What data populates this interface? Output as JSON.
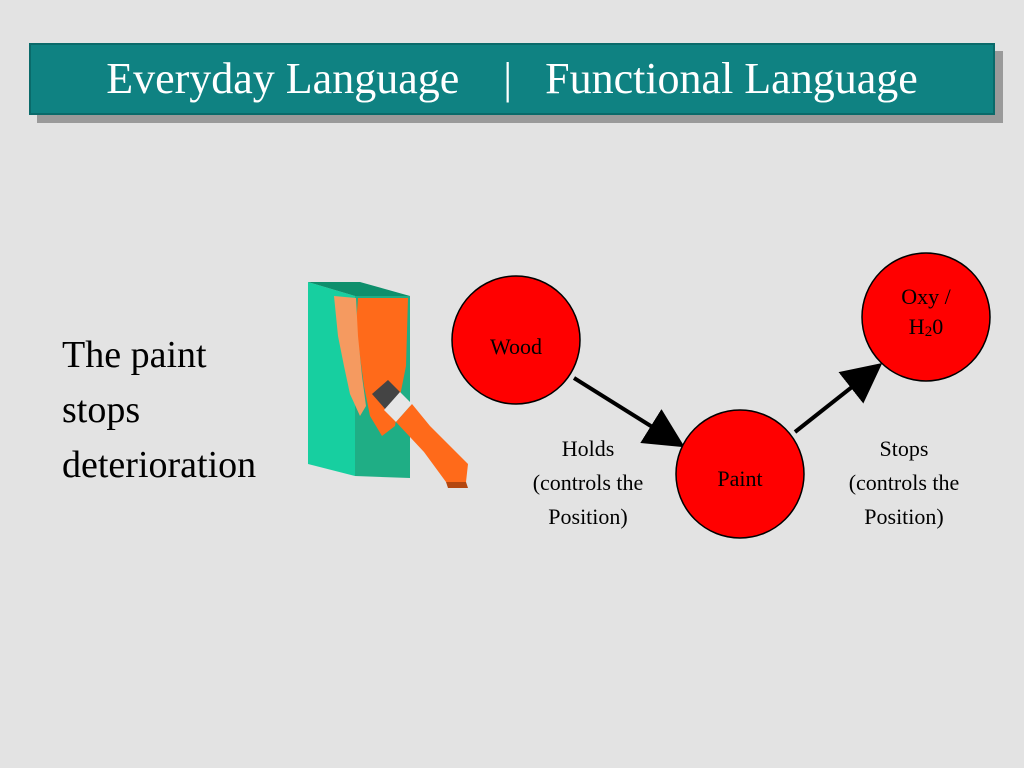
{
  "title": {
    "left": "Everyday Language",
    "separator": "|",
    "right": "Functional Language"
  },
  "statement": {
    "lines": [
      "The paint",
      "stops",
      "deterioration"
    ]
  },
  "illustration": {
    "icon": "paint-brush-on-wood-icon",
    "colors": {
      "wood_front": "#1fae85",
      "wood_side": "#17cfa0",
      "paint": "#ff6a1a",
      "paint_light": "#f59a60",
      "brush_handle": "#ff6a1a",
      "brush_ferrule": "#555555"
    }
  },
  "diagram": {
    "node_color": "#ff0000",
    "nodes": {
      "wood": {
        "label": "Wood"
      },
      "paint": {
        "label": "Paint"
      },
      "oxy": {
        "label_main": "Oxy /",
        "label_h": "H",
        "label_sub": "2",
        "label_end": "0"
      }
    },
    "edges": [
      {
        "from": "wood",
        "to": "paint",
        "label_lines": [
          "Holds",
          "(controls the",
          "Position)"
        ]
      },
      {
        "from": "paint",
        "to": "oxy",
        "label_lines": [
          "Stops",
          "(controls the",
          "Position)"
        ]
      }
    ]
  }
}
